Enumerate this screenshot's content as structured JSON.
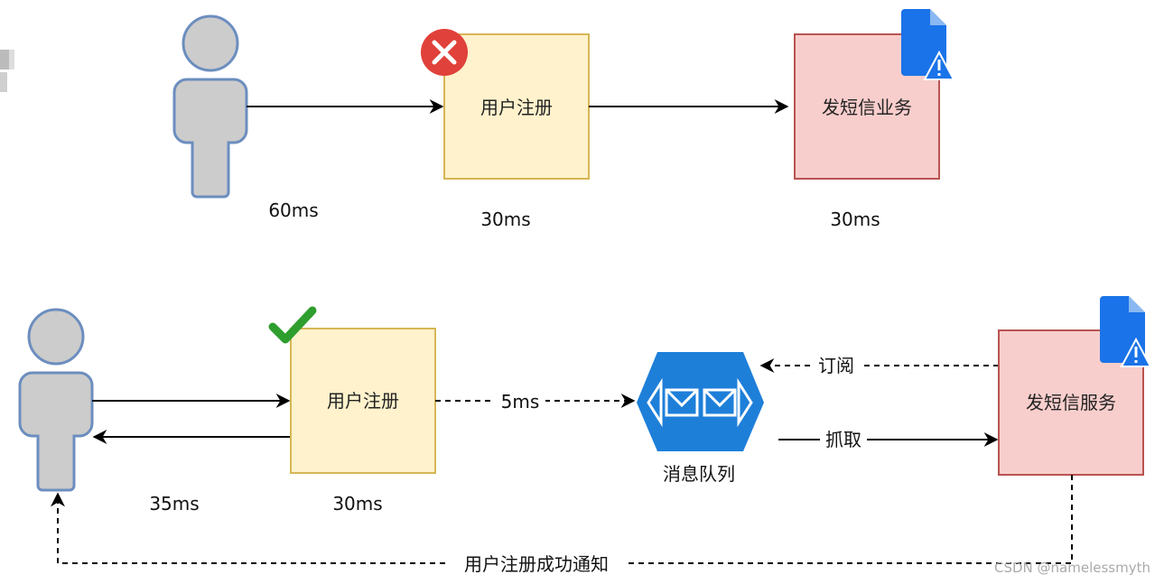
{
  "top_flow": {
    "register_box": "用户注册",
    "sms_box": "发短信业务",
    "user_time": "60ms",
    "register_time": "30ms",
    "sms_time": "30ms"
  },
  "bottom_flow": {
    "register_box": "用户注册",
    "register_to_queue_label": "5ms",
    "queue_label": "消息队列",
    "subscribe_label": "订阅",
    "fetch_label": "抓取",
    "sms_box": "发短信服务",
    "user_time": "35ms",
    "register_time": "30ms",
    "notify_label": "用户注册成功通知"
  },
  "watermark": "CSDN @namelessmyth",
  "colors": {
    "person_fill": "#cccccc",
    "person_stroke": "#6c8ebf",
    "register_fill": "#fff2cc",
    "register_stroke": "#d6b656",
    "sms_fill": "#f8cecc",
    "sms_stroke": "#b85450",
    "queue_fill": "#1e7fd9",
    "doc_icon": "#1a73e8",
    "error_badge": "#e0413a",
    "success_check": "#2e9e2e"
  },
  "icons": [
    "person-icon",
    "error-x-icon",
    "checkmark-icon",
    "document-warning-icon",
    "message-queue-icon"
  ]
}
